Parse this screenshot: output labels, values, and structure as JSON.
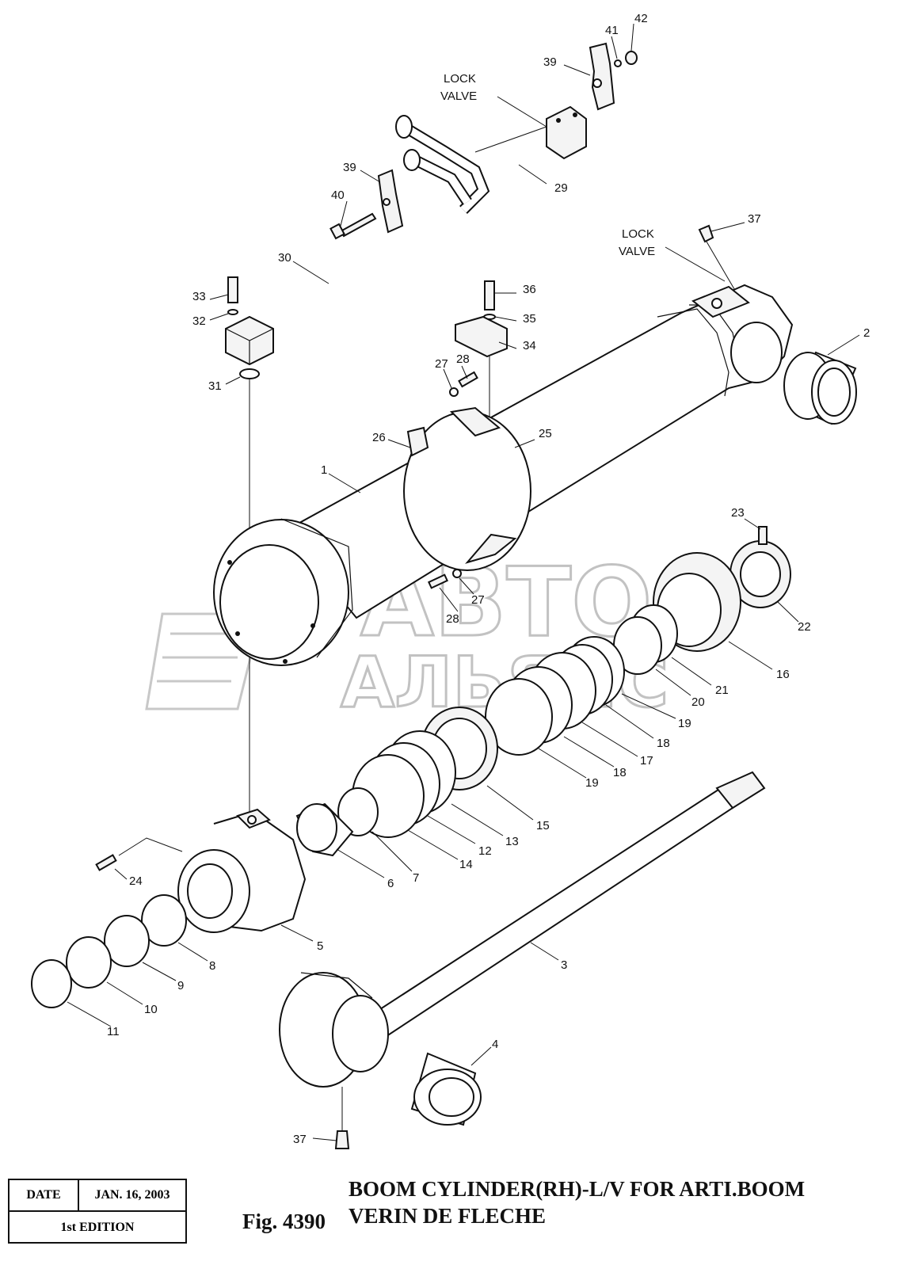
{
  "callouts": [
    {
      "id": "c42",
      "text": "42"
    },
    {
      "id": "c41",
      "text": "41"
    },
    {
      "id": "c39a",
      "text": "39"
    },
    {
      "id": "c39b",
      "text": "39"
    },
    {
      "id": "c29",
      "text": "29"
    },
    {
      "id": "c40",
      "text": "40"
    },
    {
      "id": "c30",
      "text": "30"
    },
    {
      "id": "c33",
      "text": "33"
    },
    {
      "id": "c32",
      "text": "32"
    },
    {
      "id": "c31",
      "text": "31"
    },
    {
      "id": "c37a",
      "text": "37"
    },
    {
      "id": "c36",
      "text": "36"
    },
    {
      "id": "c35",
      "text": "35"
    },
    {
      "id": "c34",
      "text": "34"
    },
    {
      "id": "c2",
      "text": "2"
    },
    {
      "id": "c28a",
      "text": "28"
    },
    {
      "id": "c27a",
      "text": "27"
    },
    {
      "id": "c26",
      "text": "26"
    },
    {
      "id": "c25",
      "text": "25"
    },
    {
      "id": "c1",
      "text": "1"
    },
    {
      "id": "c23",
      "text": "23"
    },
    {
      "id": "c22",
      "text": "22"
    },
    {
      "id": "c28b",
      "text": "28"
    },
    {
      "id": "c27b",
      "text": "27"
    },
    {
      "id": "c16",
      "text": "16"
    },
    {
      "id": "c21",
      "text": "21"
    },
    {
      "id": "c20",
      "text": "20"
    },
    {
      "id": "c19a",
      "text": "19"
    },
    {
      "id": "c18a",
      "text": "18"
    },
    {
      "id": "c17",
      "text": "17"
    },
    {
      "id": "c18b",
      "text": "18"
    },
    {
      "id": "c19b",
      "text": "19"
    },
    {
      "id": "c15",
      "text": "15"
    },
    {
      "id": "c13",
      "text": "13"
    },
    {
      "id": "c12",
      "text": "12"
    },
    {
      "id": "c14",
      "text": "14"
    },
    {
      "id": "c7",
      "text": "7"
    },
    {
      "id": "c6",
      "text": "6"
    },
    {
      "id": "c24",
      "text": "24"
    },
    {
      "id": "c5",
      "text": "5"
    },
    {
      "id": "c8",
      "text": "8"
    },
    {
      "id": "c9",
      "text": "9"
    },
    {
      "id": "c10",
      "text": "10"
    },
    {
      "id": "c11",
      "text": "11"
    },
    {
      "id": "c3",
      "text": "3"
    },
    {
      "id": "c4",
      "text": "4"
    },
    {
      "id": "c37b",
      "text": "37"
    }
  ],
  "labels": {
    "lock_valve_1_line1": "LOCK",
    "lock_valve_1_line2": "VALVE",
    "lock_valve_2_line1": "LOCK",
    "lock_valve_2_line2": "VALVE"
  },
  "watermark": {
    "line1": "АВТО",
    "line2": "АЛЬЯНС"
  },
  "titlebox": {
    "date_label": "DATE",
    "date_value": "JAN. 16, 2003",
    "edition": "1st EDITION"
  },
  "figure": {
    "number": "Fig. 4390",
    "title_line1": "BOOM CYLINDER(RH)-L/V FOR ARTI.BOOM",
    "title_line2": "VERIN DE FLECHE"
  }
}
